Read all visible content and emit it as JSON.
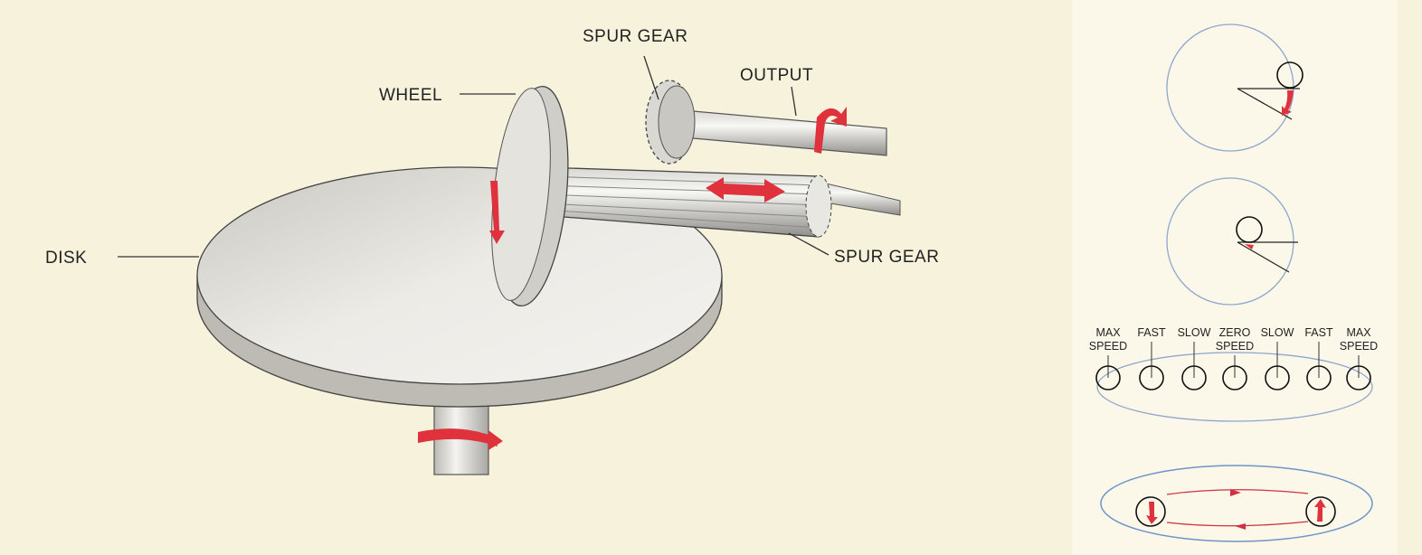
{
  "main_diagram": {
    "labels": {
      "disk": "DISK",
      "wheel": "WHEEL",
      "spur_gear_top": "SPUR GEAR",
      "output": "OUTPUT",
      "spur_gear_bottom": "SPUR GEAR"
    }
  },
  "side_panel": {
    "speed_labels": [
      {
        "line1": "MAX",
        "line2": "SPEED"
      },
      {
        "line1": "FAST",
        "line2": ""
      },
      {
        "line1": "SLOW",
        "line2": ""
      },
      {
        "line1": "ZERO",
        "line2": "SPEED"
      },
      {
        "line1": "SLOW",
        "line2": ""
      },
      {
        "line1": "FAST",
        "line2": ""
      },
      {
        "line1": "MAX",
        "line2": "SPEED"
      }
    ]
  },
  "colors": {
    "background": "#f7f2dc",
    "arrow_red": "#e0323c",
    "outline_blue": "#8fa6cc"
  }
}
